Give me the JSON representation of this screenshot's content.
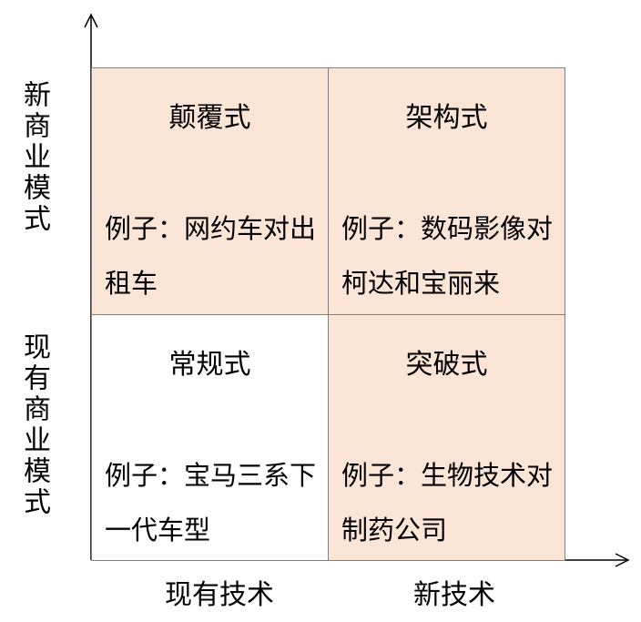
{
  "quadrants": {
    "top_left": {
      "title": "颠覆式",
      "example": "例子：网约车对出租车"
    },
    "top_right": {
      "title": "架构式",
      "example": "例子：数码影像对柯达和宝丽来"
    },
    "bottom_left": {
      "title": "常规式",
      "example": "例子：宝马三系下一代车型"
    },
    "bottom_right": {
      "title": "突破式",
      "example": "例子：生物技术对制药公司"
    }
  },
  "y_axis": {
    "top_label": "新商业模式",
    "bottom_label": "现有商业模式"
  },
  "x_axis": {
    "left_label": "现有技术",
    "right_label": "新技术"
  },
  "colors": {
    "shaded": "#fbe5d6",
    "plain": "#ffffff",
    "border": "#7f7f7f",
    "axis": "#000000"
  }
}
